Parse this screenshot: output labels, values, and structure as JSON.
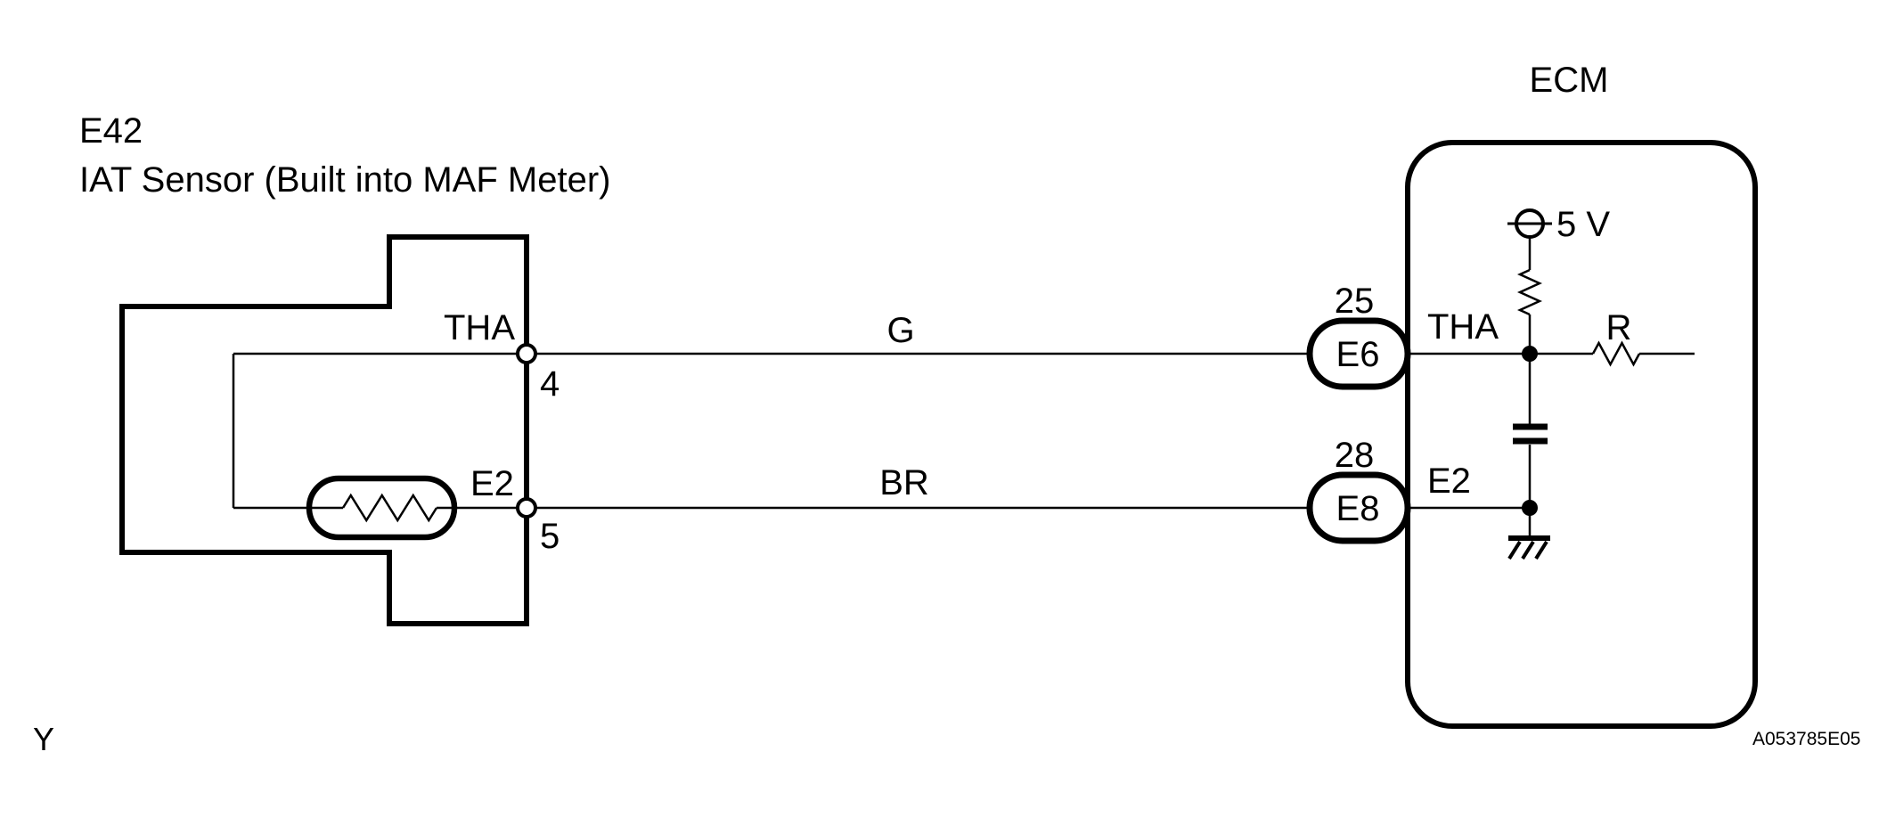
{
  "diagram": {
    "sensor": {
      "code": "E42",
      "name": "IAT Sensor (Built into MAF Meter)",
      "terminal_tha": {
        "signal": "THA",
        "pin": "4"
      },
      "terminal_e2": {
        "signal": "E2",
        "pin": "5"
      }
    },
    "wires": {
      "tha": {
        "color_code": "G"
      },
      "e2": {
        "color_code": "BR"
      }
    },
    "ecm": {
      "title": "ECM",
      "connector_tha": {
        "pin": "25",
        "id": "E6",
        "signal": "THA"
      },
      "connector_e2": {
        "pin": "28",
        "id": "E8",
        "signal": "E2"
      },
      "supply_label": "5 V",
      "resistor_label": "R"
    },
    "footer": {
      "page_marker": "Y",
      "figure_code": "A053785E05"
    },
    "colors": {
      "ink": "#000000",
      "paper": "#ffffff"
    }
  }
}
